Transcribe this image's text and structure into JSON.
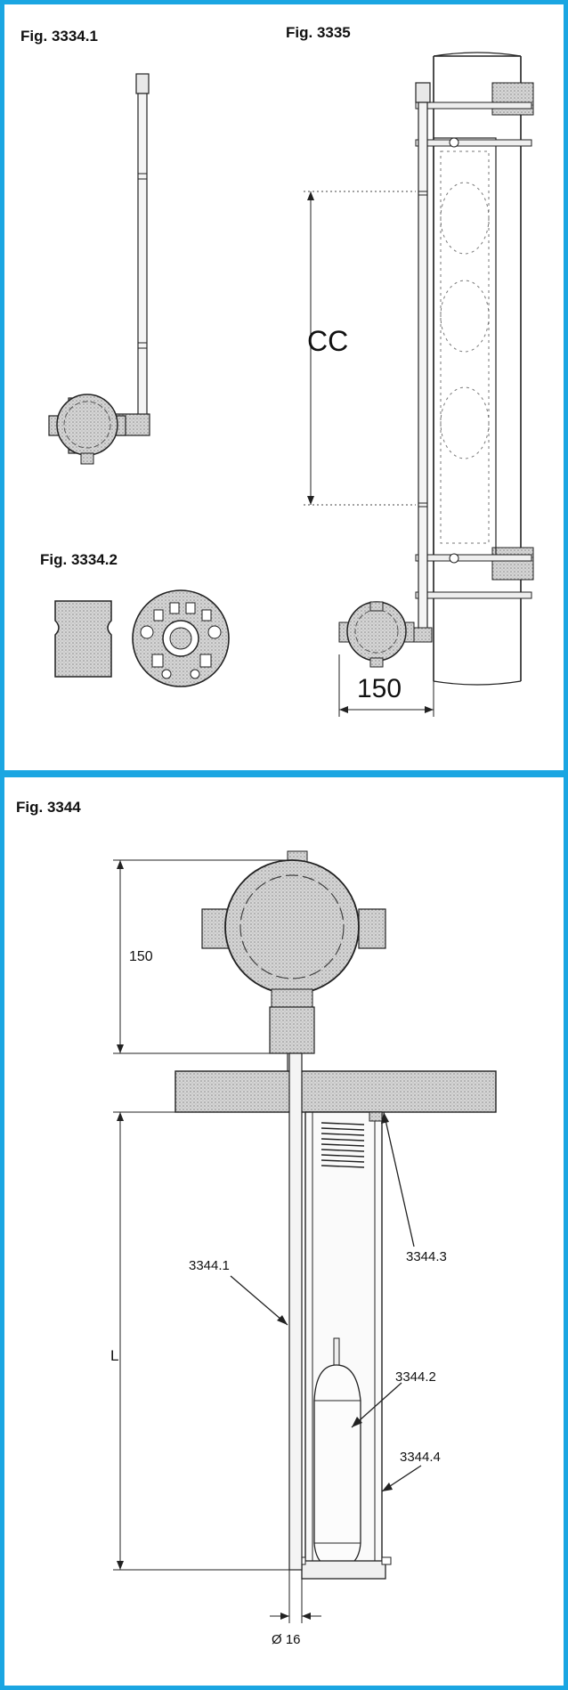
{
  "figures": {
    "fig_3334_1": "Fig. 3334.1",
    "fig_3335": "Fig. 3335",
    "fig_3334_2": "Fig. 3334.2",
    "fig_3344": "Fig. 3344"
  },
  "dimensions": {
    "cc": "CC",
    "width_150_top": "150",
    "height_150_bottom": "150",
    "length_l": "L",
    "diameter": "Ø 16"
  },
  "callouts": {
    "tube": "3344.1",
    "float": "3344.2",
    "flange": "3344.3",
    "chamber": "3344.4"
  },
  "colors": {
    "frame": "#1ba6e2",
    "stipple": "#c8c8c8",
    "line": "#222222"
  }
}
